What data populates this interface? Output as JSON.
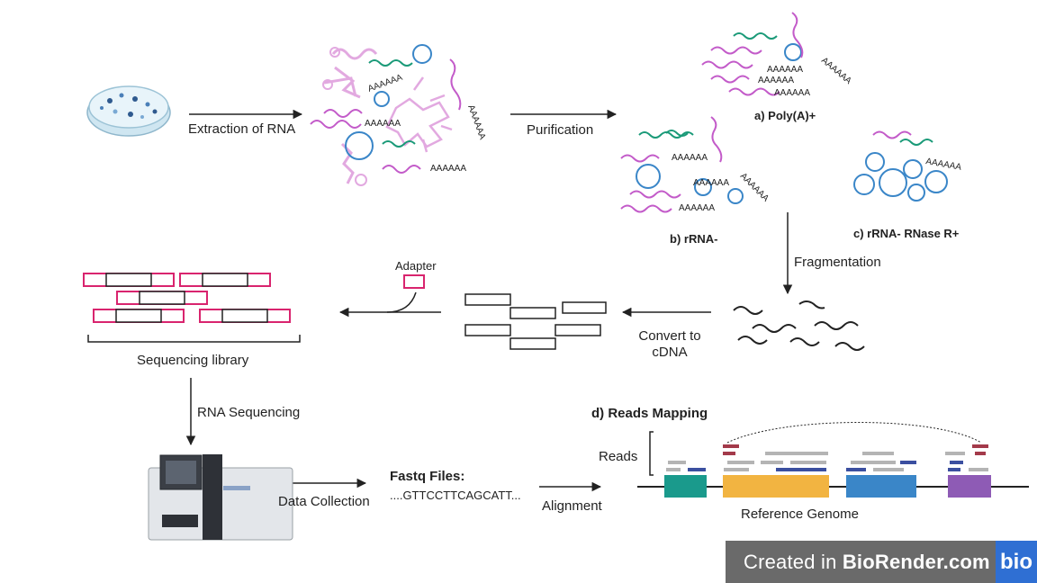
{
  "steps": {
    "extraction": "Extraction of RNA",
    "purification": "Purification",
    "fragmentation": "Fragmentation",
    "convert_line1": "Convert to",
    "convert_line2": "cDNA",
    "adapter": "Adapter",
    "library": "Sequencing library",
    "sequencing": "RNA Sequencing",
    "data_collection": "Data Collection",
    "alignment": "Alignment"
  },
  "rna_types": {
    "a": "a) Poly(A)+",
    "b": "b) rRNA-",
    "c": "c) rRNA- RNase R+"
  },
  "polya_tail": "AAAAAA",
  "fastq": {
    "title": "Fastq Files:",
    "sequence": "....GTTCCTTCAGCATT..."
  },
  "mapping": {
    "title": "d) Reads Mapping",
    "reads_label": "Reads",
    "genome_label": "Reference Genome"
  },
  "badge": {
    "prefix": "Created in ",
    "brand": "BioRender.com",
    "logo": "bio"
  },
  "colors": {
    "linear_rna": "#c35bc9",
    "mirna": "#1a9a78",
    "circ_rna": "#3a86c8",
    "rrna": "#e2a9e0",
    "adapter": "#d9246e",
    "exon1": "#1a9a8c",
    "exon2": "#f2b441",
    "exon3": "#3a86c8",
    "exon4": "#8e5bb5",
    "read_gray": "#b4b4b4",
    "read_blue": "#3b4fa0",
    "read_red": "#a33a4a"
  }
}
